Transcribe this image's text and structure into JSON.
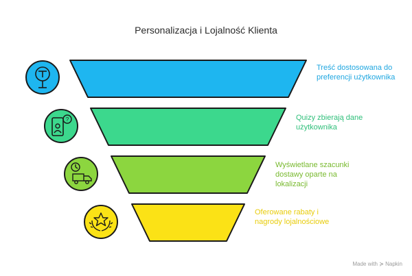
{
  "title": "Personalizacja i Lojalność Klienta",
  "stages": [
    {
      "lines": [
        "Treść dostosowana do",
        "preferencji użytkownika"
      ],
      "color": "#1EB6F0",
      "text_color": "#1EA6E0",
      "icon": "magnifier-icon"
    },
    {
      "lines": [
        "Quizy zbierają dane",
        "użytkownika"
      ],
      "color": "#3CD88D",
      "text_color": "#2FBF7A",
      "icon": "phone-quiz-icon"
    },
    {
      "lines": [
        "Wyświetlane szacunki",
        "dostawy oparte na",
        "lokalizacji"
      ],
      "color": "#8CD63F",
      "text_color": "#78B92E",
      "icon": "delivery-truck-clock-icon"
    },
    {
      "lines": [
        "Oferowane rabaty i",
        "nagrody lojalnościowe"
      ],
      "color": "#FBE216",
      "text_color": "#E8CC0A",
      "icon": "star-laurel-icon"
    }
  ],
  "watermark": "Made with ≽ Napkin"
}
